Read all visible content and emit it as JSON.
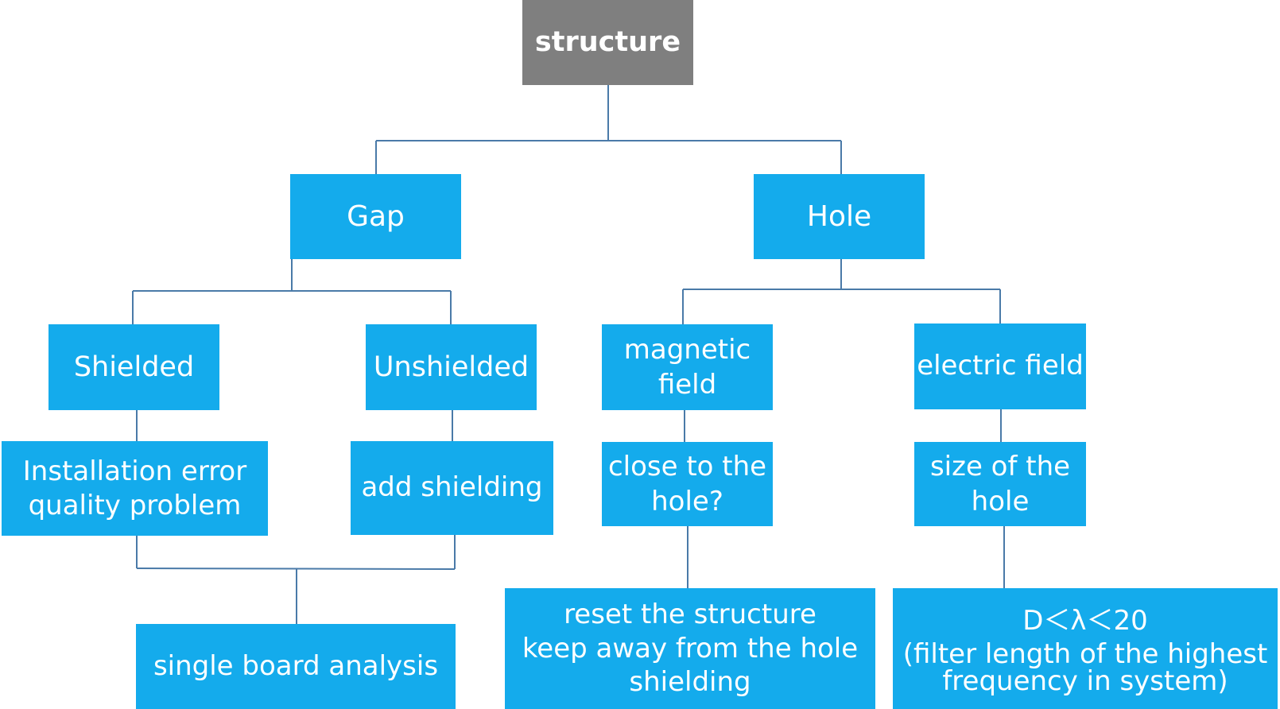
{
  "diagram": {
    "root": {
      "label": "structure"
    },
    "gap": {
      "label": "Gap",
      "shielded": {
        "label": "Shielded",
        "child_lines": [
          "Installation error",
          "quality problem"
        ]
      },
      "unshielded": {
        "label": "Unshielded",
        "child": "add shielding"
      },
      "merge": "single board analysis"
    },
    "hole": {
      "label": "Hole",
      "magnetic": {
        "label_lines": [
          "magnetic",
          "field"
        ],
        "child_lines": [
          "close to the",
          "hole?"
        ],
        "result_lines": [
          "reset the structure",
          "keep away from the hole",
          "shielding"
        ]
      },
      "electric": {
        "label": "electric field",
        "child_lines": [
          "size of the",
          "hole"
        ],
        "result_lines": [
          "D＜λ＜20",
          "(filter length of the highest",
          "frequency in system)"
        ]
      }
    }
  },
  "colors": {
    "root_fill": "#7f7f7f",
    "node_fill": "#14abec",
    "node_text": "#ffffff",
    "connector": "#4a7aa8"
  }
}
